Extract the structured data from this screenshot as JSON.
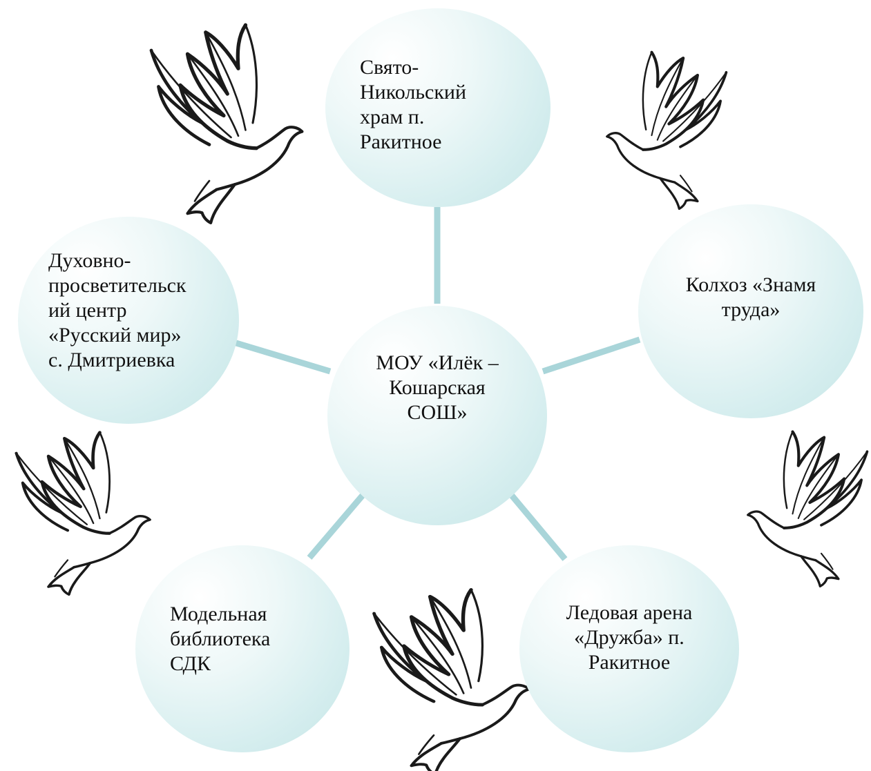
{
  "diagram": {
    "center": {
      "label": "МОУ «Илёк –\nКошарская\nСОШ»"
    },
    "partners": [
      {
        "id": "top",
        "label": "Свято-\nНикольский\nхрам п.\nРакитное"
      },
      {
        "id": "left",
        "label": "Духовно-\nпросветительск\nий центр\n«Русский мир»\nс. Дмитриевка"
      },
      {
        "id": "right",
        "label": "Колхоз «Знамя\nтруда»"
      },
      {
        "id": "bottom-left",
        "label": "Модельная\nбиблиотека\nСДК"
      },
      {
        "id": "bottom-right",
        "label": "Ледовая арена\n«Дружба» п.\nРакитное"
      }
    ],
    "decorations": [
      {
        "icon": "dove-icon"
      }
    ],
    "colors": {
      "circle_fill": "#d6eeef",
      "connector": "#a9d5d9",
      "dove_stroke": "#1a1a1a"
    }
  }
}
